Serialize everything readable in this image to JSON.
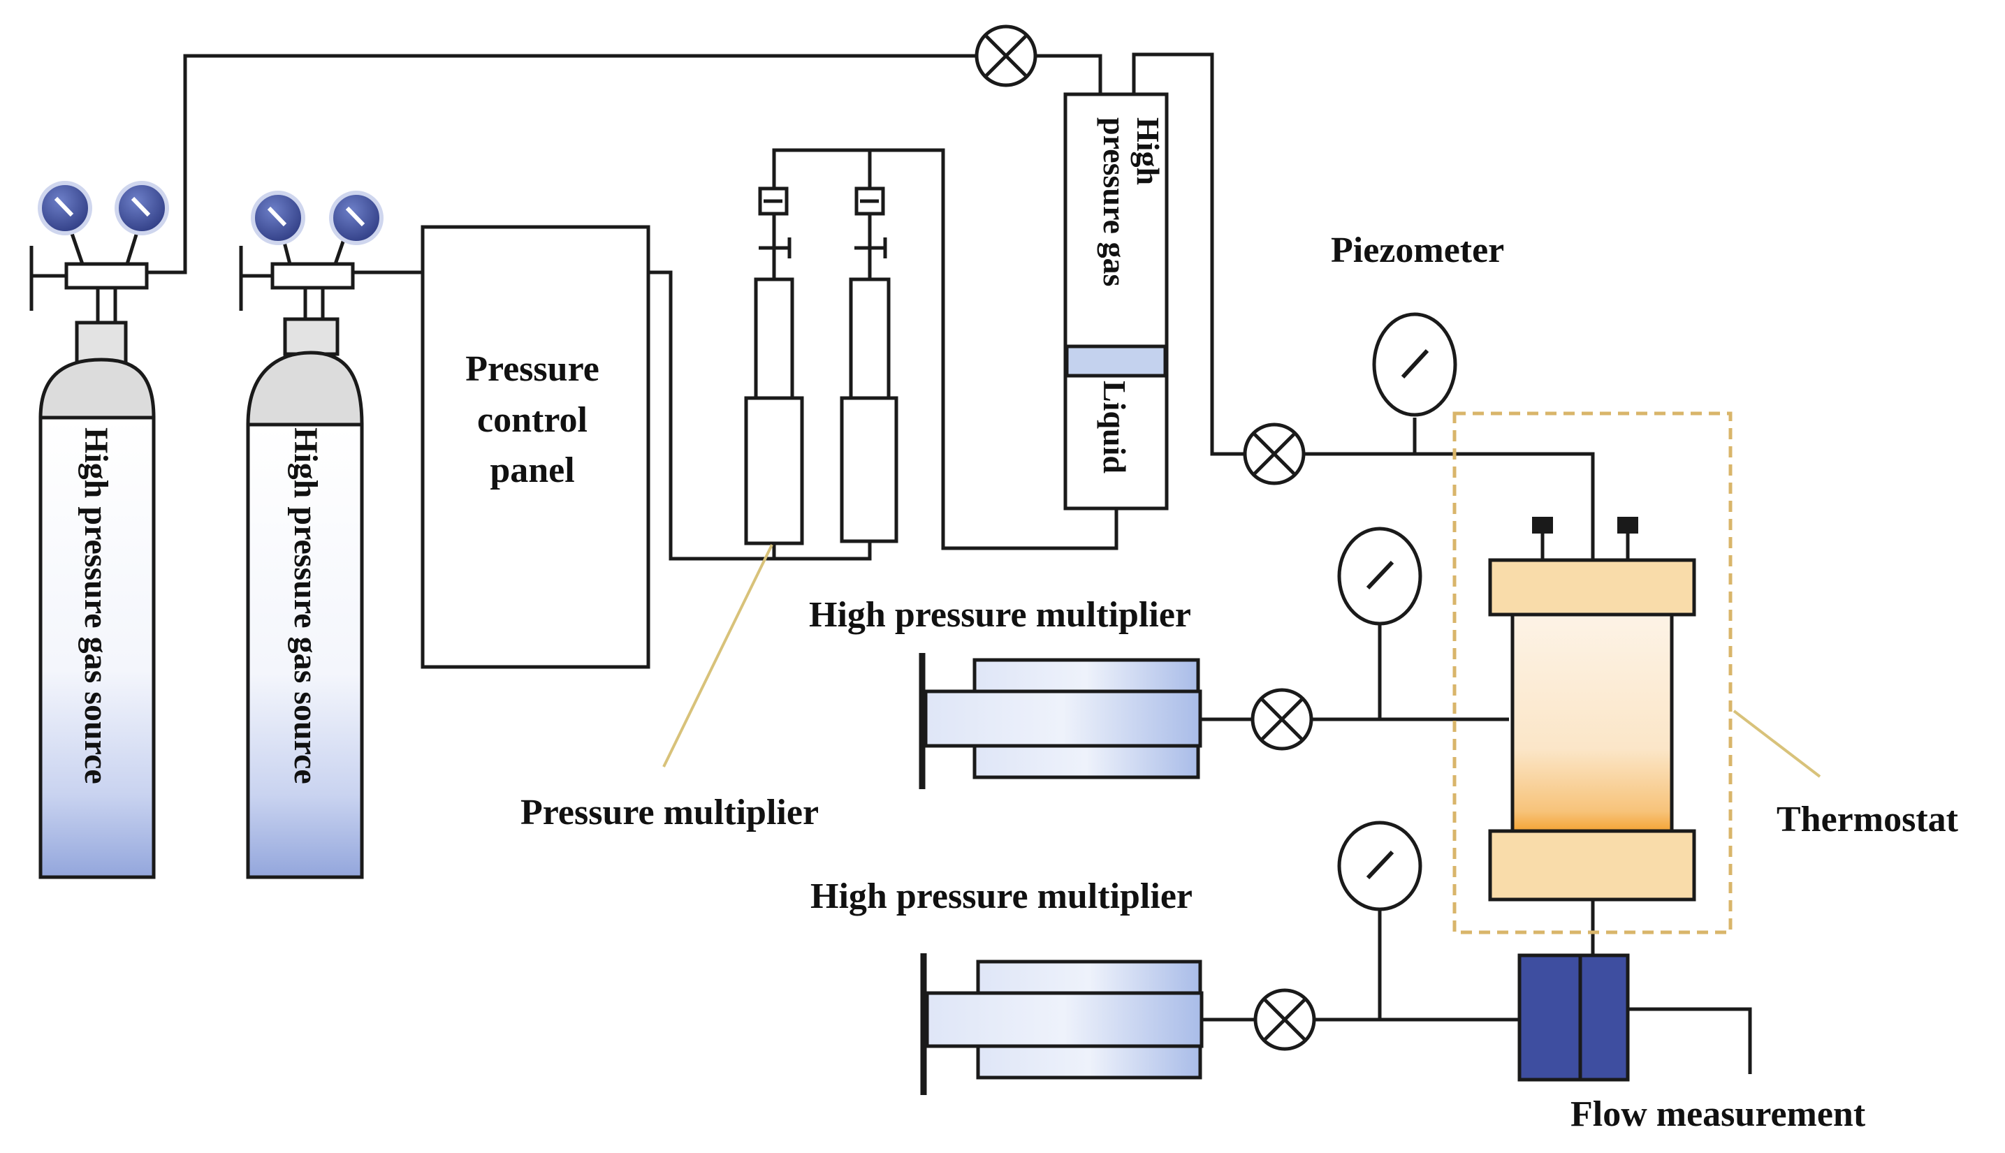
{
  "labels": {
    "cylinder_1": "High pressure gas source",
    "cylinder_2": "High pressure gas source",
    "control_panel_line1": "Pressure",
    "control_panel_line2": "control",
    "control_panel_line3": "panel",
    "vessel_gas_line1": "High",
    "vessel_gas_line2": "pressure gas",
    "vessel_liquid": "Liquid",
    "piezometer": "Piezometer",
    "hp_multiplier_top": "High pressure multiplier",
    "hp_multiplier_bottom": "High pressure multiplier",
    "pressure_multiplier": "Pressure multiplier",
    "thermostat": "Thermostat",
    "flow_measurement": "Flow measurement"
  },
  "colors": {
    "line": "#1a1a1a",
    "cylinder_blue": "#9fb0e0",
    "gauge_face": "#3f4f9a",
    "syringe_blue": "#b9c8ec",
    "core_holder_cap": "#f7d9a6",
    "core_holder_orange": "#f4a12a",
    "thermostat_border": "#d9b56a",
    "flow_meter": "#3e4ea0",
    "leader_line": "#d8c27a"
  }
}
